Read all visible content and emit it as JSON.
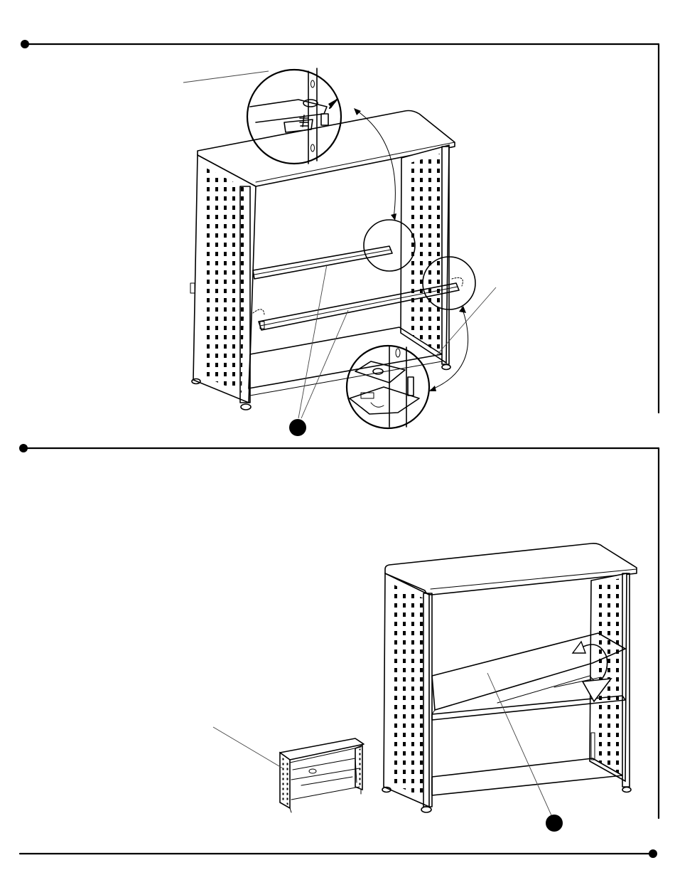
{
  "steps": [
    {
      "step_marker_icon": "filled-circle-icon",
      "callouts": [
        "leader-line",
        "filled-circle-icon"
      ],
      "detail_views": [
        "magnified-bracket-top",
        "magnified-bracket-bottom"
      ]
    },
    {
      "step_marker_icon": "filled-circle-icon",
      "callouts": [
        "leader-line",
        "filled-circle-icon"
      ],
      "detail_views": [
        "thumbnail-bookcase"
      ]
    }
  ],
  "colors": {
    "ink": "#000000",
    "paper": "#ffffff"
  }
}
